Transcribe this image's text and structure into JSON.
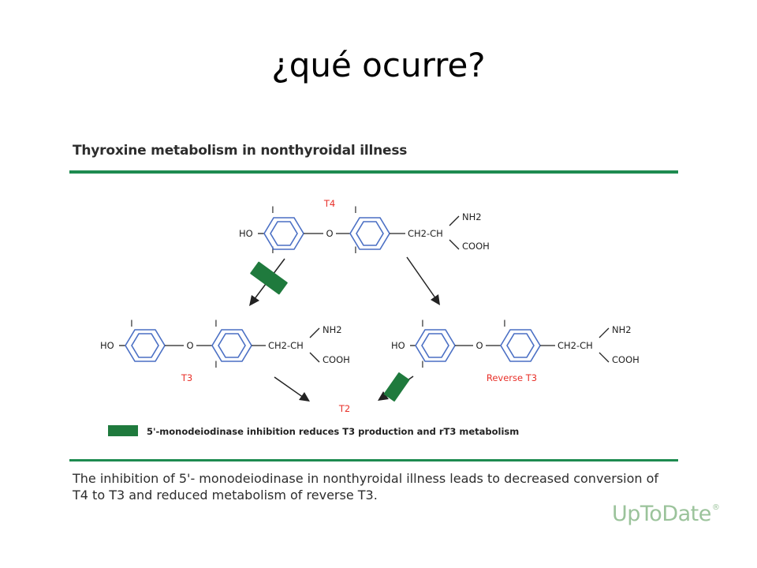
{
  "slide": {
    "title": "¿qué ocurre?"
  },
  "figure": {
    "heading": "Thyroxine metabolism in nonthyroidal illness",
    "caption": "The inhibition of 5'- monodeiodinase in nonthyroidal illness leads to decreased conversion of T4 to T3 and reduced metabolism of reverse T3.",
    "brand": "UpToDate",
    "brand_mark": "®"
  },
  "diagram": {
    "colors": {
      "ring": "#4a6fc4",
      "label_red": "#e8312a",
      "inhibition_green": "#1f7a3d",
      "text": "#222222"
    },
    "atoms": {
      "iodine": "I",
      "hydroxyl": "HO",
      "oxygen": "O",
      "chain": "CH2-CH",
      "amine": "NH2",
      "carboxyl": "COOH"
    },
    "molecules": {
      "t4": {
        "name": "T4"
      },
      "t3": {
        "name": "T3"
      },
      "rt3": {
        "name": "Reverse T3"
      },
      "t2": {
        "name": "T2"
      }
    },
    "legend": "5'-monodeiodinase inhibition reduces T3 production and rT3 metabolism"
  }
}
